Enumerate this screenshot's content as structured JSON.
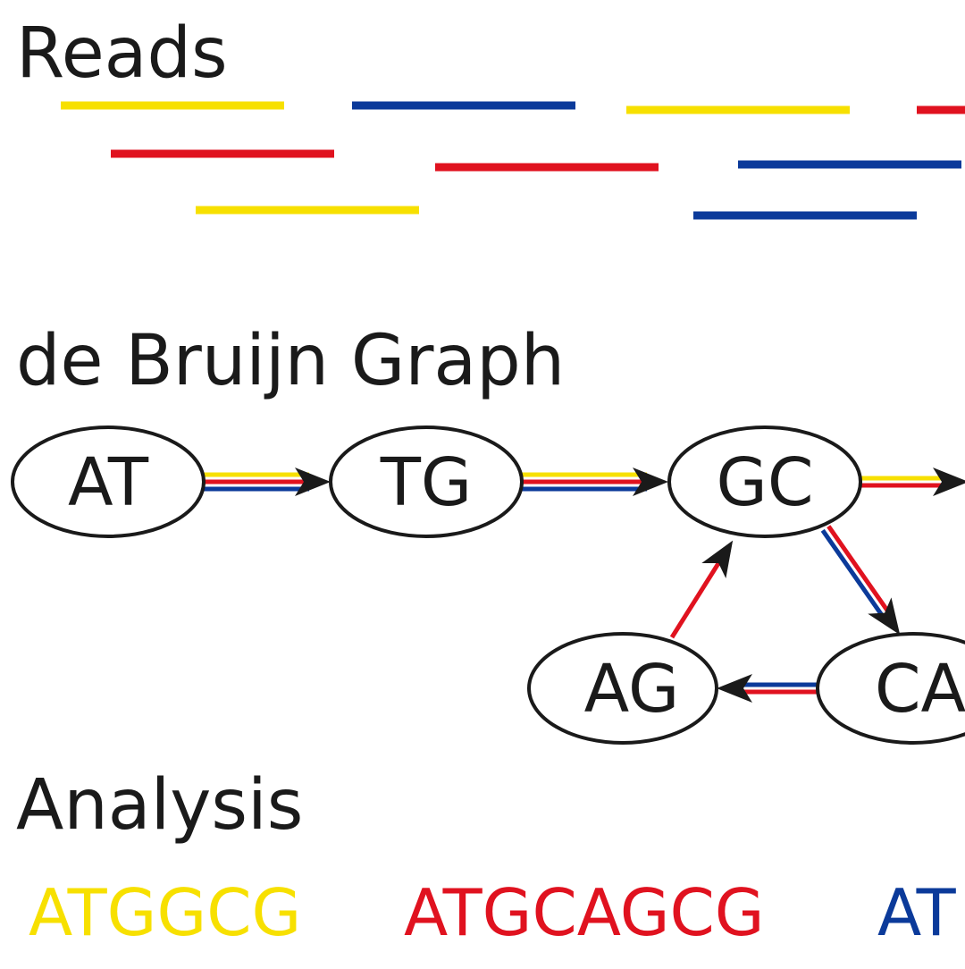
{
  "colors": {
    "yellow": "#f7e000",
    "red": "#e0121f",
    "blue": "#0b3a9a",
    "ink": "#1a1a1a"
  },
  "sections": {
    "reads_title": "Reads",
    "graph_title": "de Bruijn Graph",
    "analysis_title": "Analysis"
  },
  "reads": [
    {
      "color": "yellow"
    },
    {
      "color": "blue"
    },
    {
      "color": "yellow"
    },
    {
      "color": "red"
    },
    {
      "color": "red"
    },
    {
      "color": "red"
    },
    {
      "color": "blue"
    },
    {
      "color": "yellow"
    },
    {
      "color": "blue"
    }
  ],
  "graph": {
    "nodes": [
      {
        "id": "AT",
        "label": "AT"
      },
      {
        "id": "TG",
        "label": "TG"
      },
      {
        "id": "GC",
        "label": "GC"
      },
      {
        "id": "AG",
        "label": "AG"
      },
      {
        "id": "CA",
        "label": "CA"
      }
    ],
    "edges": [
      {
        "from": "AT",
        "to": "TG",
        "colors": [
          "yellow",
          "red",
          "blue"
        ]
      },
      {
        "from": "TG",
        "to": "GC",
        "colors": [
          "yellow",
          "red",
          "blue"
        ]
      },
      {
        "from": "GC",
        "to": "CG",
        "colors": [
          "yellow",
          "red"
        ]
      },
      {
        "from": "GC",
        "to": "CA",
        "colors": [
          "red",
          "blue"
        ]
      },
      {
        "from": "CA",
        "to": "AG",
        "colors": [
          "red",
          "blue"
        ]
      },
      {
        "from": "AG",
        "to": "GC",
        "colors": [
          "red"
        ]
      }
    ]
  },
  "analysis": {
    "sequences": [
      {
        "text": "ATGGCG",
        "color": "yellow"
      },
      {
        "text": "ATGCAGCG",
        "color": "red"
      },
      {
        "text": "AT",
        "color": "blue"
      }
    ]
  }
}
